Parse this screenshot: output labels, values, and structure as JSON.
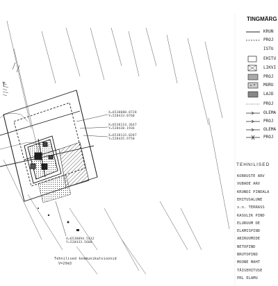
{
  "plan": {
    "coords": [
      "X=6538080.0728\nY=528433.0760",
      "X=6538114.3647\nY=528430.1936",
      "X=6538133.0287\nY=528435.9750"
    ],
    "bottom_coord": "X=6538094.5432\nY=528433.5600",
    "side_label": "T",
    "bottom_labels": [
      "Tehnilised kommunikatsioonid",
      "V=29m3"
    ]
  },
  "legend": {
    "title": "TINGMÄRG",
    "items": [
      {
        "text": "KRUN",
        "icon": "line-icon"
      },
      {
        "text": "PROJ",
        "icon": "dash-icon"
      },
      {
        "text": "ISTU",
        "icon": "blank-icon"
      },
      {
        "text": "EHITU",
        "icon": "box-icon"
      },
      {
        "text": "LIKVI",
        "icon": "cross-box-icon"
      },
      {
        "text": "PROJ",
        "icon": "hatch-icon"
      },
      {
        "text": "MURU",
        "icon": "grass-icon"
      },
      {
        "text": "LAJD",
        "icon": "hatch-box-icon"
      },
      {
        "text": "PROJ",
        "icon": "dot-line-icon"
      },
      {
        "text": "OLEMA",
        "icon": "arrow-line-icon"
      },
      {
        "text": "PROJ",
        "icon": "arrow-line-icon"
      },
      {
        "text": "OLEMA",
        "icon": "arrow-line-icon"
      },
      {
        "text": "PROJ",
        "icon": "x-line-icon"
      }
    ]
  },
  "tech": {
    "title": "TEHNILISED",
    "rows": [
      "KORRUSTE ARV",
      "VUBADE ARV",
      "KRUNDI PINDALA",
      "EHITUSALUNE",
      "s.n. TERRASS",
      "KASULIK PIND",
      "ELURUUM DE",
      "ELAMISPIND",
      "ABIRUUMIDE",
      "NETOPIND",
      "BRUTOPIND",
      "MOONE MAHT",
      "TÄISEHITUSE",
      "PRL ELAMU"
    ]
  }
}
